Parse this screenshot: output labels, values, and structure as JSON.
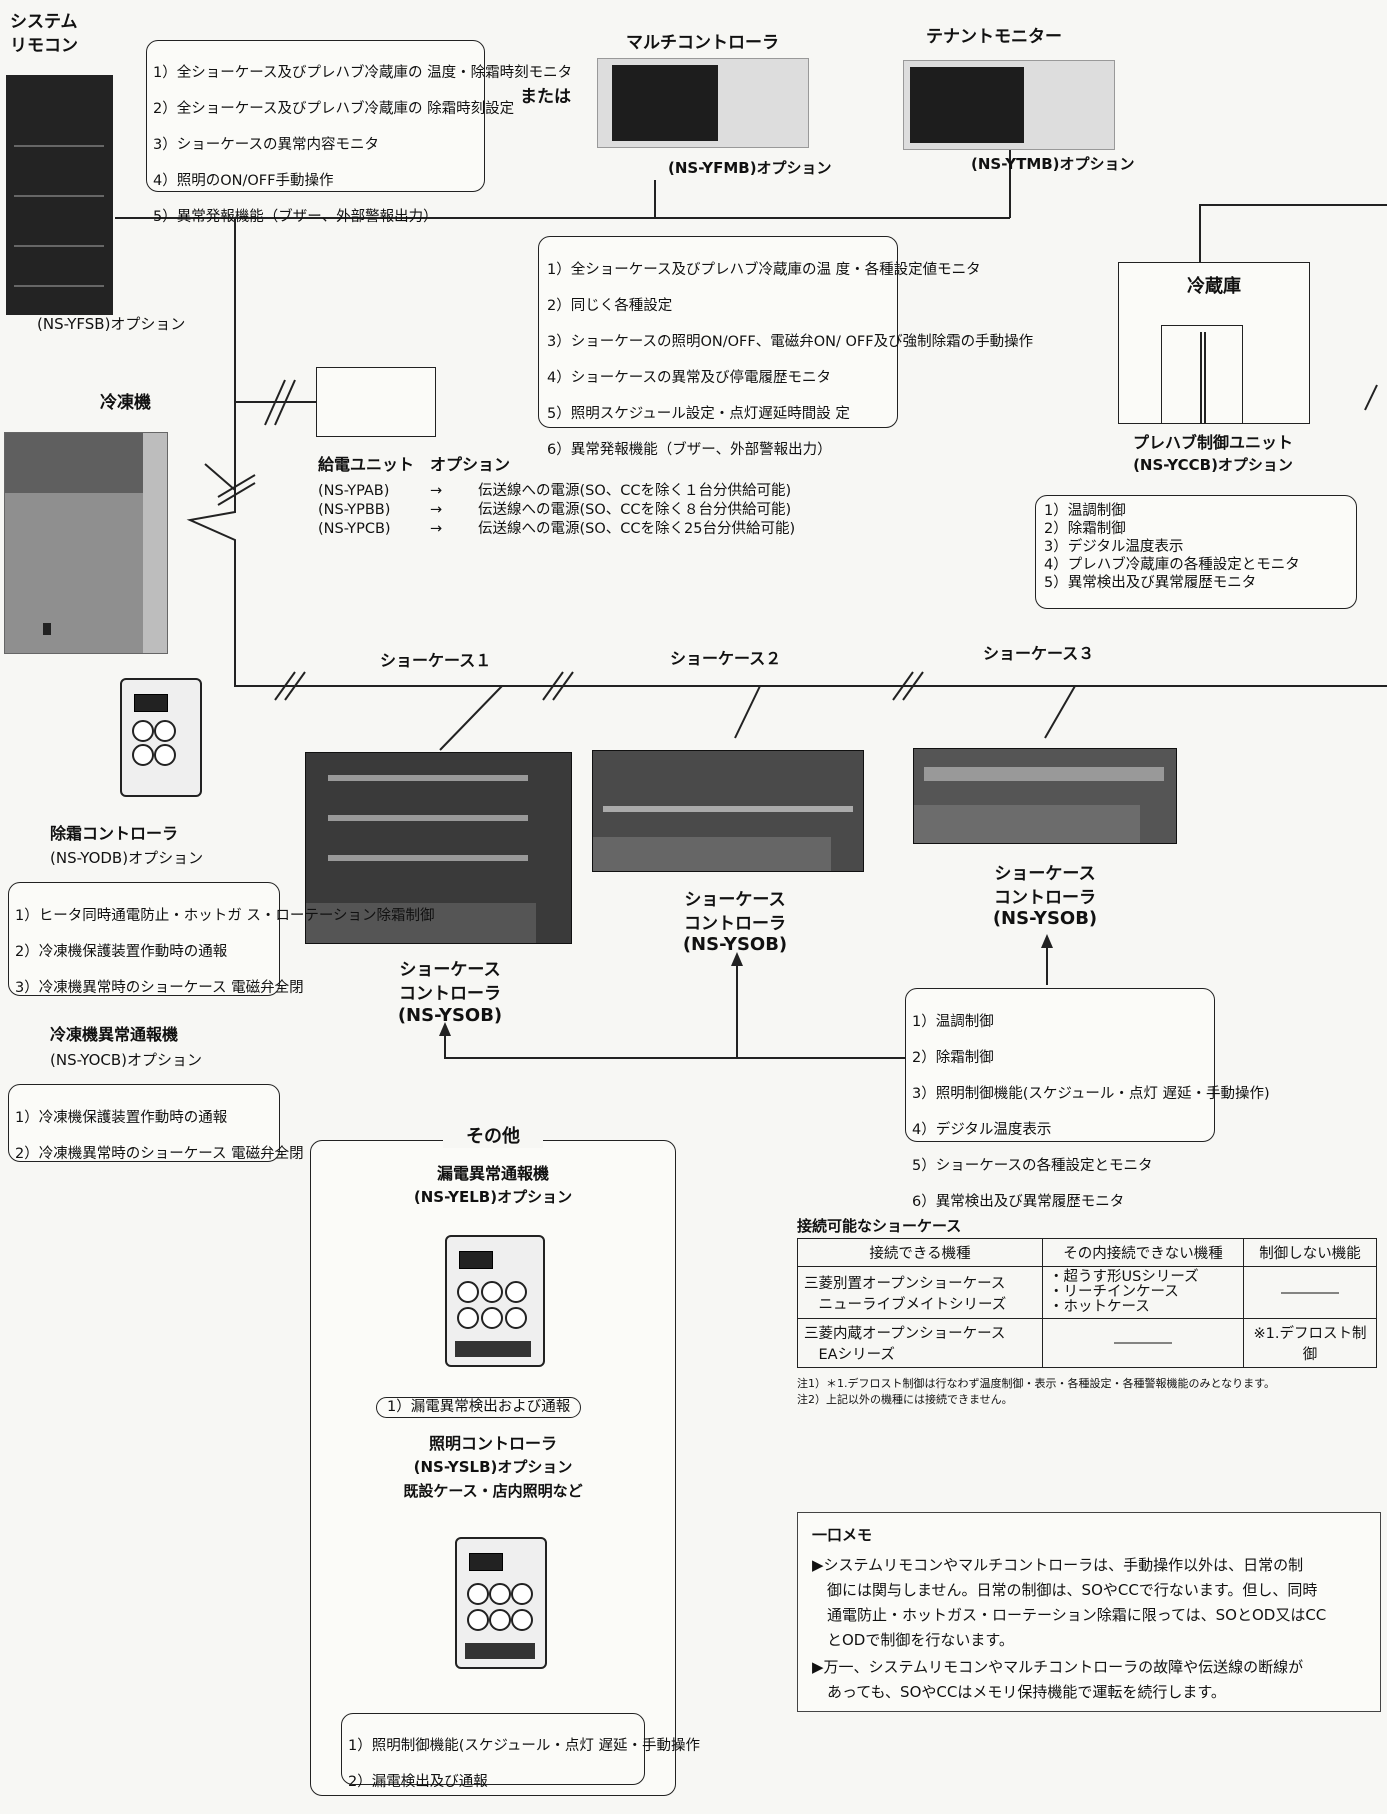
{
  "system_remocon": {
    "title": "システム\nリモコン",
    "model": "(NS-YFSB)オプション",
    "functions": [
      "1）全ショーケース及びプレハブ冷蔵庫の\n温度・除霜時刻モニタ",
      "2）全ショーケース及びプレハブ冷蔵庫の\n除霜時刻設定",
      "3）ショーケースの異常内容モニタ",
      "4）照明のON/OFF手動操作",
      "5）異常発報機能（ブザー、外部警報出力）"
    ]
  },
  "multi_controller": {
    "title": "マルチコントローラ",
    "model": "(NS-YFMB)オプション",
    "or_label": "または"
  },
  "tenant_monitor": {
    "title": "テナントモニター",
    "model": "(NS-YTMB)オプション"
  },
  "multi_functions": [
    "1）全ショーケース及びプレハブ冷蔵庫の温\n度・各種設定値モニタ",
    "2）同じく各種設定",
    "3）ショーケースの照明ON/OFF、電磁弁ON/\nOFF及び強制除霜の手動操作",
    "4）ショーケースの異常及び停電履歴モニタ",
    "5）照明スケジュール設定・点灯遅延時間設\n定",
    "6）異常発報機能（ブザー、外部警報出力）"
  ],
  "power_unit": {
    "title": "給電ユニット　オプション",
    "rows": [
      {
        "model": "(NS-YPAB)",
        "arrow": "→",
        "desc": "伝送線への電源(SO、CCを除く１台分供給可能)"
      },
      {
        "model": "(NS-YPBB)",
        "arrow": "→",
        "desc": "伝送線への電源(SO、CCを除く８台分供給可能)"
      },
      {
        "model": "(NS-YPCB)",
        "arrow": "→",
        "desc": "伝送線への電源(SO、CCを除く25台分供給可能)"
      }
    ]
  },
  "refrigerator": {
    "title": "冷凍機"
  },
  "cold_storage": {
    "title": "冷蔵庫"
  },
  "prefab_unit": {
    "title": "プレハブ制御ユニット",
    "model": "(NS-YCCB)オプション",
    "functions": [
      "1）温調制御",
      "2）除霜制御",
      "3）デジタル温度表示",
      "4）プレハブ冷蔵庫の各種設定とモニタ",
      "5）異常検出及び異常履歴モニタ"
    ]
  },
  "showcases": {
    "labels": [
      "ショーケース１",
      "ショーケース２",
      "ショーケース３"
    ],
    "controller_name": "ショーケース\nコントローラ",
    "controller_model": "(NS-YSOB)"
  },
  "showcase_functions": [
    "1）温調制御",
    "2）除霜制御",
    "3）照明制御機能(スケジュール・点灯\n遅延・手動操作)",
    "4）デジタル温度表示",
    "5）ショーケースの各種設定とモニタ",
    "6）異常検出及び異常履歴モニタ"
  ],
  "defrost_controller": {
    "title": "除霜コントローラ",
    "model": "(NS-YODB)オプション",
    "functions": [
      "1）ヒータ同時通電防止・ホットガ\nス・ローテーション除霜制御",
      "2）冷凍機保護装置作動時の通報",
      "3）冷凍機異常時のショーケース\n電磁弁全閉"
    ]
  },
  "refrig_alarm": {
    "title": "冷凍機異常通報機",
    "model": "(NS-YOCB)オプション",
    "functions": [
      "1）冷凍機保護装置作動時の通報",
      "2）冷凍機異常時のショーケース\n電磁弁全閉"
    ]
  },
  "others": {
    "title": "その他",
    "leak_title": "漏電異常通報機",
    "leak_model": "(NS-YELB)オプション",
    "leak_function": "1）漏電異常検出および通報",
    "light_title": "照明コントローラ",
    "light_model": "(NS-YSLB)オプション",
    "light_note": "既設ケース・店内照明など",
    "light_functions": [
      "1）照明制御機能(スケジュール・点灯\n遅延・手動操作",
      "2）漏電検出及び通報"
    ]
  },
  "compat": {
    "title": "接続可能なショーケース",
    "headers": [
      "接続できる機種",
      "その内接続できない機種",
      "制御しない機能"
    ],
    "rows": [
      {
        "model": "三菱別置オープンショーケース\n　ニューライブメイトシリーズ",
        "excluded": "・超うす形USシリーズ\n・リーチインケース\n・ホットケース",
        "nocontrol": "――――"
      },
      {
        "model": "三菱内蔵オープンショーケース\n　EAシリーズ",
        "excluded": "――――",
        "nocontrol": "※1.デフロスト制御"
      }
    ],
    "notes": [
      "注1）＊1.デフロスト制御は行なわず温度制御・表示・各種設定・各種警報機能のみとなります。",
      "注2）上記以外の機種には接続できません。"
    ]
  },
  "memo": {
    "title": "一口メモ",
    "items": [
      "▶システムリモコンやマルチコントローラは、手動操作以外は、日常の制\n　御には関与しません。日常の制御は、SOやCCで行ないます。但し、同時\n　通電防止・ホットガス・ローテーション除霜に限っては、SOとOD又はCC\n　とODで制御を行ないます。",
      "▶万一、システムリモコンやマルチコントローラの故障や伝送線の断線が\n　あっても、SOやCCはメモリ保持機能で運転を続行します。"
    ]
  }
}
